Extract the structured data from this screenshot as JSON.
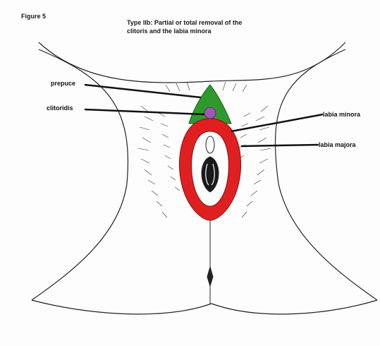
{
  "figure_label": "Figure 5",
  "title_line1": "Type IIb: Partial or total removal of the",
  "title_line2": "clitoris and the labia minora",
  "labels": {
    "prepuce": "prepuce",
    "clitoridis": "clitoridis",
    "labia_minora": "labia minora",
    "labia_majora": "labia majora"
  },
  "colors": {
    "prepuce_region": "#2e9a2e",
    "clitoris_region": "#9b59b6",
    "labia_minora_region": "#e02020",
    "outline": "#222222",
    "leader_lines": "#111111"
  }
}
